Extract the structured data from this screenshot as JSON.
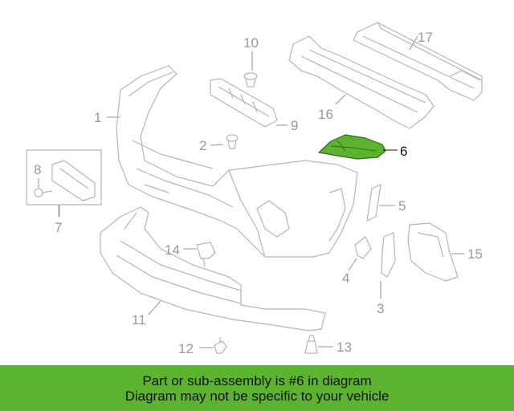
{
  "callouts": {
    "c1": "1",
    "c2": "2",
    "c3": "3",
    "c4": "4",
    "c5": "5",
    "c6": "6",
    "c7": "7",
    "c8": "8",
    "c9": "9",
    "c10": "10",
    "c11": "11",
    "c12": "12",
    "c13": "13",
    "c14": "14",
    "c15": "15",
    "c16": "16",
    "c17": "17"
  },
  "highlight": {
    "part": "6",
    "color": "#5cb32f",
    "banner_color": "#5cb32f"
  },
  "banner": {
    "line1": "Part or sub-assembly is #6 in diagram",
    "line2": "Diagram may not be specific to your vehicle"
  }
}
